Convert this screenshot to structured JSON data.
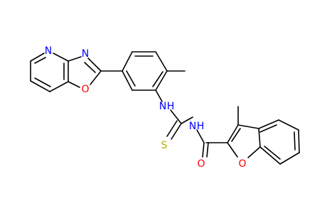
{
  "colors": {
    "background": "#ffffff",
    "bond": "#000000",
    "nitrogen": "#0000ff",
    "oxygen": "#ff0000",
    "sulfur": "#b2b200",
    "carbon_label": "#000000"
  },
  "atoms": {
    "n_pyridine": "N",
    "n_oxazole": "N",
    "o_oxazole": "O",
    "n_amine": "N",
    "h_amine": "H",
    "n_amide": "N",
    "h_amide": "H",
    "s_thione": "S",
    "o_carbonyl": "O",
    "o_furan": "O"
  }
}
